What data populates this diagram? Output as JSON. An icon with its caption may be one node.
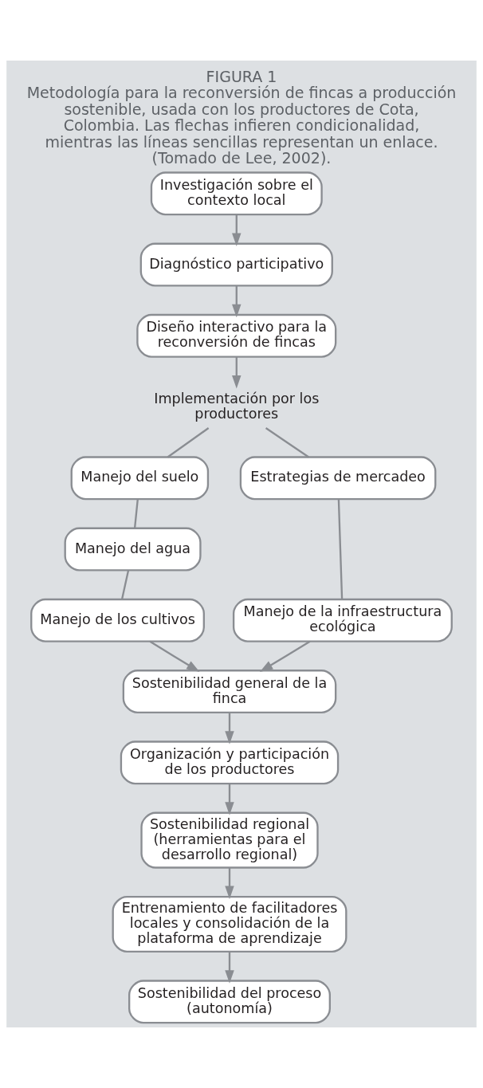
{
  "diagram": {
    "title": "FIGURA 1",
    "caption": "Metodología para la reconversión de fincas a producción sostenible, usada con los productores de Cota, Colombia. Las flechas infieren condicionalidad, mientras las líneas sencillas representan un enlace. (Tomado de Lee, 2002).",
    "nodes": [
      {
        "text": [
          "Investigación sobre el contexto local"
        ]
      },
      {
        "text": [
          "Diagnóstico participativo"
        ]
      },
      {
        "text": [
          "Diseño interactivo para la reconversión de fincas"
        ]
      },
      {
        "text": [
          "Implementación por los productores"
        ]
      },
      {
        "text": [
          "Manejo del suelo"
        ]
      },
      {
        "text": [
          "Manejo del agua"
        ]
      },
      {
        "text": [
          "Manejo de los cultivos"
        ]
      },
      {
        "text": [
          "Estrategias de mercadeo"
        ]
      },
      {
        "text": [
          "Manejo de la infraestructura ecológica"
        ]
      },
      {
        "text": [
          "Sostenibilidad general de la finca"
        ]
      },
      {
        "text": [
          "Organización y participación de los productores"
        ]
      },
      {
        "text": [
          "Sostenibilidad regional (herramientas para el desarrollo regional)"
        ]
      },
      {
        "text": [
          "Entrenamiento de facilitadores locales y consolidación de la plataforma de aprendizaje"
        ]
      },
      {
        "text": [
          "Sostenibilidad del proceso (autonomía)"
        ]
      }
    ],
    "edges": [
      {
        "from": 0,
        "to": 1,
        "arrow": "to"
      },
      {
        "from": 1,
        "to": 2,
        "arrow": "to"
      },
      {
        "from": 2,
        "to": 3,
        "arrow": "to"
      },
      {
        "from": 3,
        "to": 4,
        "arrow": "none"
      },
      {
        "from": 3,
        "to": 7,
        "arrow": "none"
      },
      {
        "from": 4,
        "to": 5,
        "arrow": "none"
      },
      {
        "from": 5,
        "to": 6,
        "arrow": "none"
      },
      {
        "from": 7,
        "to": 8,
        "arrow": "none"
      },
      {
        "from": 6,
        "to": 9,
        "arrow": "to"
      },
      {
        "from": 8,
        "to": 9,
        "arrow": "to"
      },
      {
        "from": 9,
        "to": 10,
        "arrow": "to"
      },
      {
        "from": 10,
        "to": 11,
        "arrow": "to"
      },
      {
        "from": 11,
        "to": 12,
        "arrow": "to"
      },
      {
        "from": 12,
        "to": 13,
        "arrow": "to"
      }
    ]
  }
}
